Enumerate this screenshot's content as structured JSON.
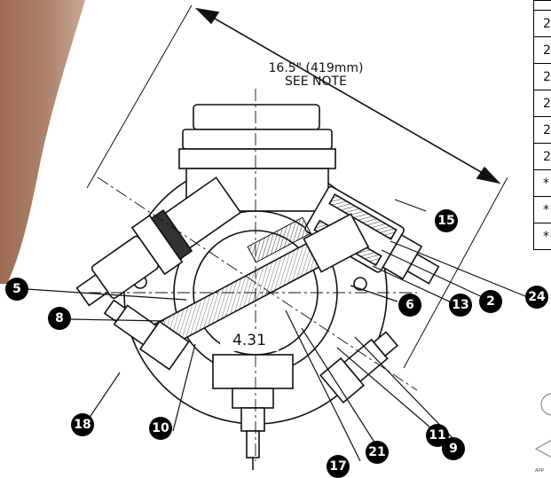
{
  "dimension": {
    "line1": "16.5\" (419mm)",
    "line2": "SEE NOTE"
  },
  "inner_dimension": "4.31",
  "callouts": [
    "5",
    "8",
    "18",
    "10",
    "15",
    "6",
    "13",
    "2",
    "24",
    "11",
    "9",
    "21",
    "17"
  ],
  "parts_table": {
    "rows": [
      "2",
      "2",
      "2",
      "2",
      "2",
      "2",
      "*",
      "*",
      "*"
    ]
  },
  "approval_text": "APP",
  "colors": {
    "accent_swoosh": "#a57860",
    "callout_fill": "#000000",
    "line": "#111111"
  }
}
